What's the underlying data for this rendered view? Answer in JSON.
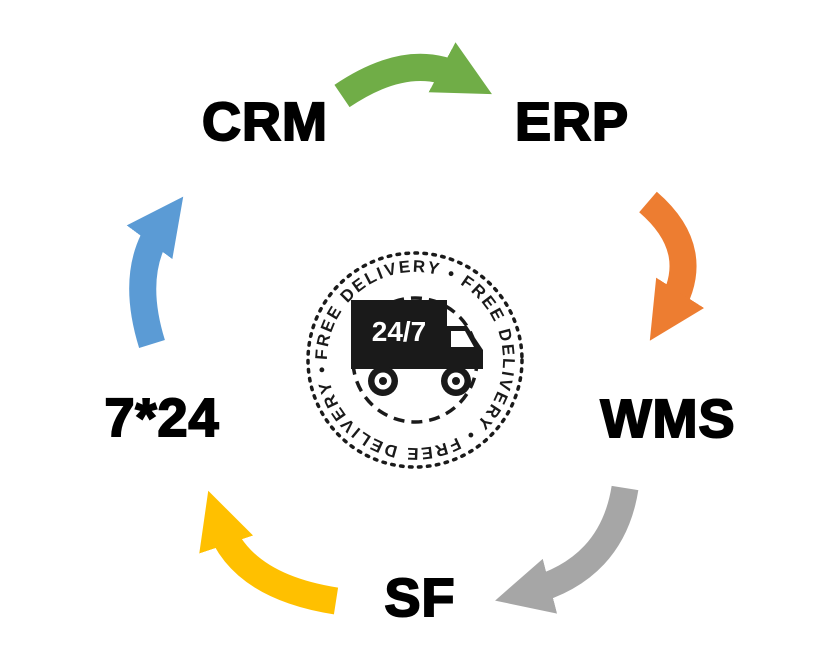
{
  "diagram": {
    "background": "#ffffff",
    "text_color": "#000000",
    "nodes": [
      {
        "id": "crm",
        "label": "CRM"
      },
      {
        "id": "erp",
        "label": "ERP"
      },
      {
        "id": "wms",
        "label": "WMS"
      },
      {
        "id": "sf",
        "label": "SF"
      },
      {
        "id": "support",
        "label": "7*24"
      }
    ],
    "arrows": [
      {
        "from": "CRM",
        "to": "ERP",
        "color": "#70AD47"
      },
      {
        "from": "ERP",
        "to": "WMS",
        "color": "#ED7D31"
      },
      {
        "from": "WMS",
        "to": "SF",
        "color": "#A6A6A6"
      },
      {
        "from": "SF",
        "to": "7*24",
        "color": "#FFC000"
      },
      {
        "from": "7*24",
        "to": "CRM",
        "color": "#5B9BD5"
      }
    ],
    "badge": {
      "ring_text": "FREE DELIVERY • FREE DELIVERY • FREE DELIVERY •",
      "truck_label": "24/7",
      "color": "#1a1a1a"
    }
  }
}
